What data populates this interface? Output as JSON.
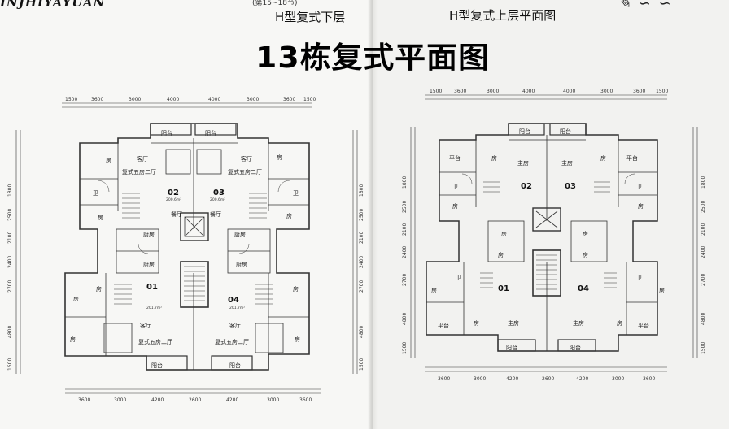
{
  "header": {
    "logo": "INJHIYAYUAN",
    "page_subtitle": "(第15~18节)",
    "left_heading": "H型复式下层",
    "right_heading": "H型复式上层平面图",
    "main_title": "13栋复式平面图",
    "signature": "···"
  },
  "left_plan": {
    "top_dims": [
      "1500",
      "3600",
      "3000",
      "4000",
      "4000",
      "3000",
      "3600",
      "1500"
    ],
    "bottom_dims": [
      "3600",
      "3000",
      "4200",
      "2600",
      "4200",
      "3000",
      "3600"
    ],
    "left_side_dims": [
      "1800",
      "2500",
      "2100",
      "2400",
      "2700",
      "4800",
      "1500"
    ],
    "right_side_dims": [
      "1800",
      "2500",
      "2100",
      "2400",
      "2700",
      "4800",
      "1500"
    ],
    "units": [
      "02",
      "03",
      "01",
      "04"
    ],
    "unit_areas": [
      "200.6m²",
      "200.6m²",
      "201.7m²",
      "201.7m²"
    ],
    "rooms": {
      "balcony": "阳台",
      "living": "客厅",
      "bedroom": "房",
      "kitchen": "厨房",
      "bath": "卫",
      "dining": "餐厅",
      "unit_type": "复式五房二厅"
    }
  },
  "right_plan": {
    "top_dims": [
      "1500",
      "3600",
      "3000",
      "4000",
      "4000",
      "3000",
      "3600",
      "1500"
    ],
    "bottom_dims": [
      "3600",
      "3000",
      "4200",
      "2600",
      "4200",
      "3000",
      "3600"
    ],
    "left_side_dims": [
      "1800",
      "2500",
      "2100",
      "2400",
      "2700",
      "4800",
      "1500"
    ],
    "right_side_dims": [
      "1800",
      "2500",
      "2100",
      "2400",
      "2700",
      "4800",
      "1500"
    ],
    "units": [
      "02",
      "03",
      "01",
      "04"
    ],
    "rooms": {
      "terrace": "平台",
      "master": "主房",
      "bedroom": "房",
      "balcony": "阳台",
      "bath": "卫"
    }
  }
}
